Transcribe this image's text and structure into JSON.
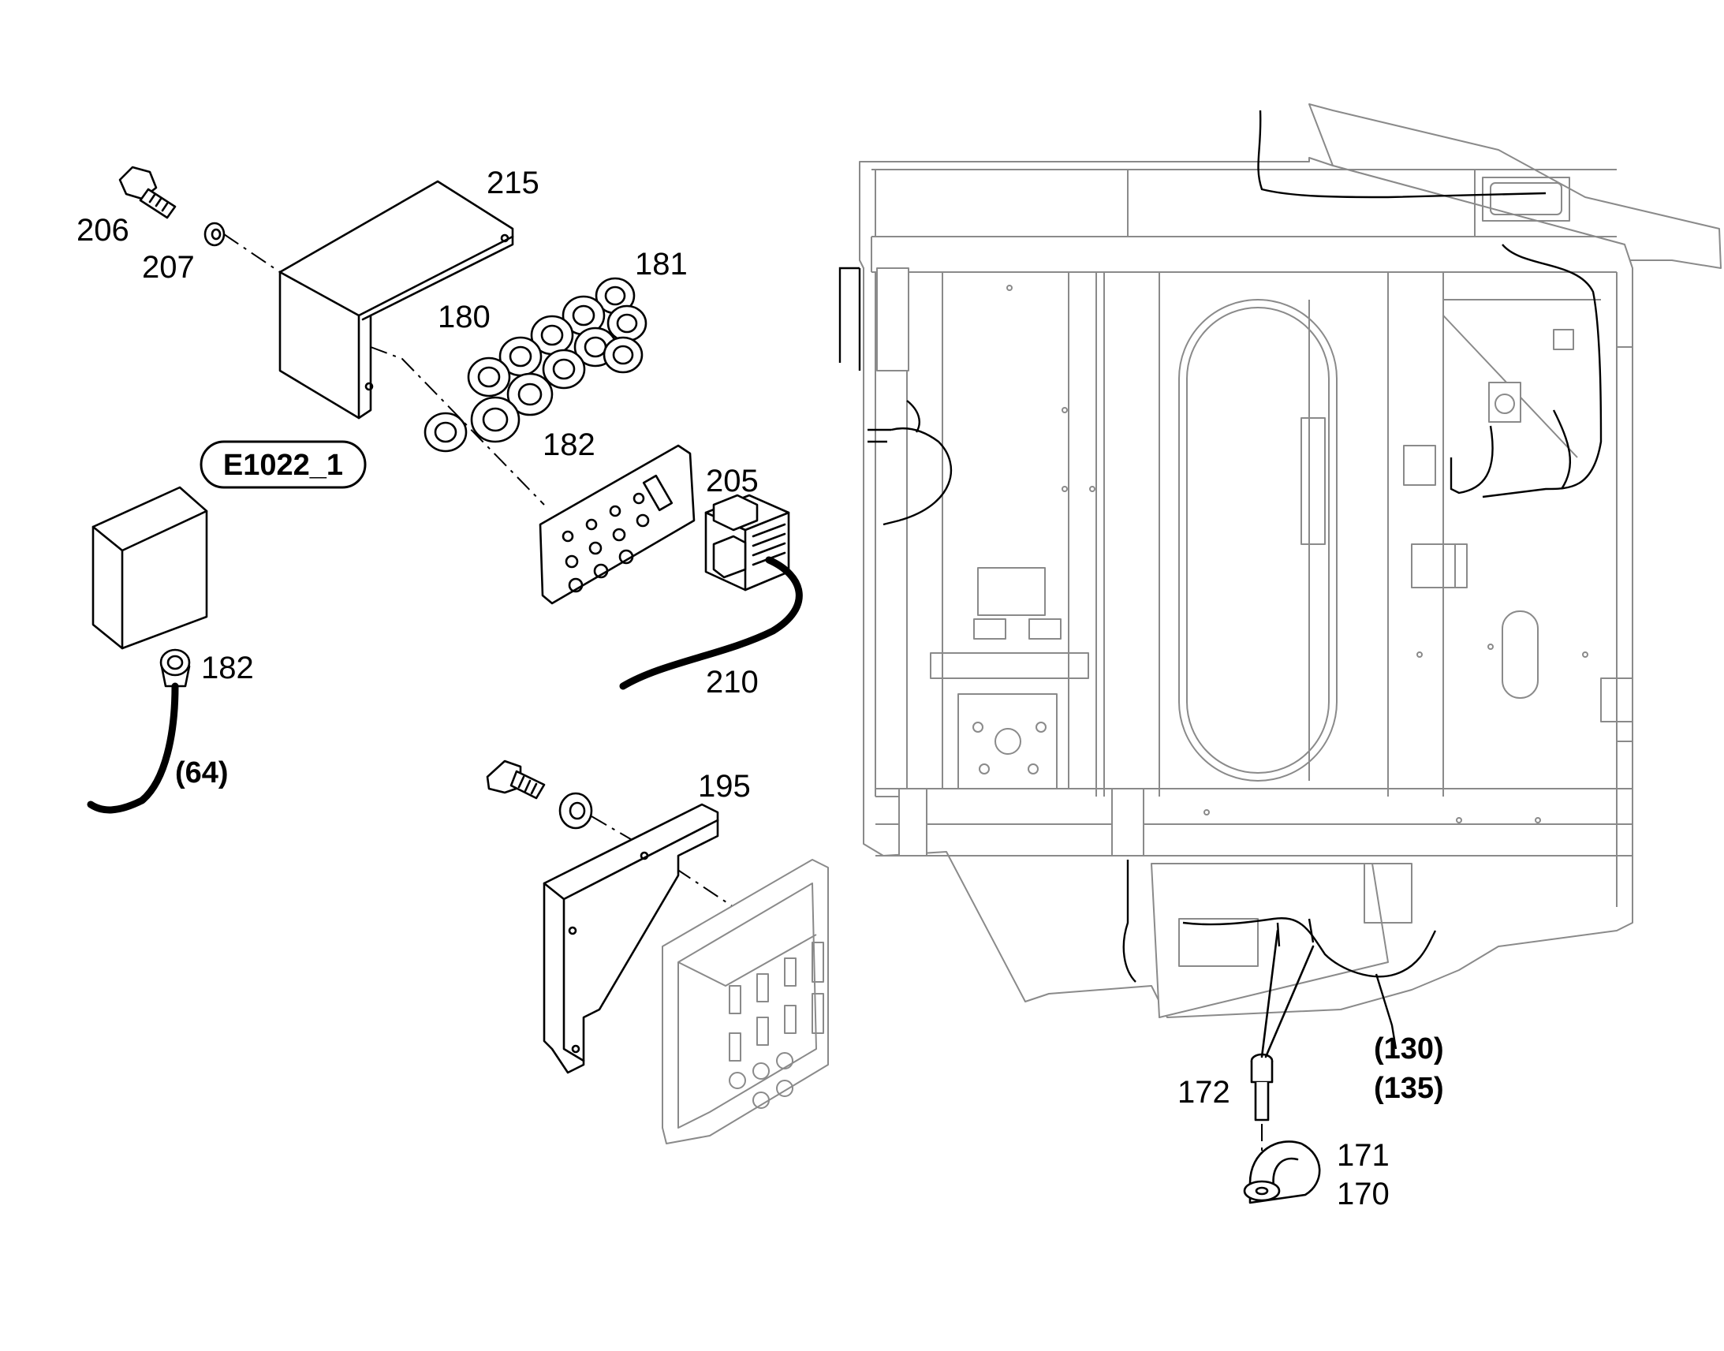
{
  "badge": {
    "text": "E1022_1"
  },
  "labels": {
    "p215": "215",
    "p206": "206",
    "p207": "207",
    "p181": "181",
    "p180": "180",
    "p182a": "182",
    "p205": "205",
    "p182b": "182",
    "p210": "210",
    "p195": "195",
    "p172": "172",
    "p171": "171",
    "p170": "170"
  },
  "references": {
    "r64": "(64)",
    "r130": "(130)",
    "r135": "(135)"
  }
}
